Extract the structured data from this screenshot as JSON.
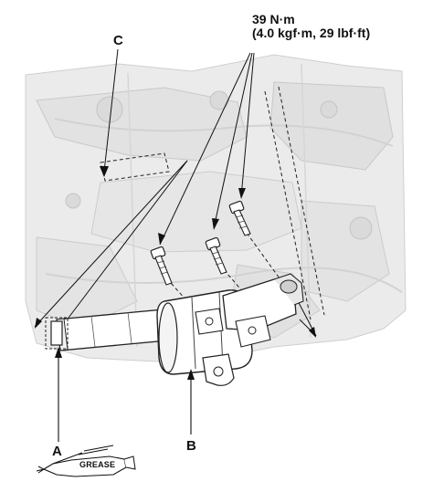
{
  "callouts": {
    "torque_line1": "39 N·m",
    "torque_line2": "(4.0 kgf·m, 29 lbf·ft)",
    "label_a": "A",
    "label_b": "B",
    "label_c": "C"
  },
  "grease": {
    "label": "GREASE"
  },
  "icons": {
    "grease_symbol": "grease-tube-icon"
  }
}
